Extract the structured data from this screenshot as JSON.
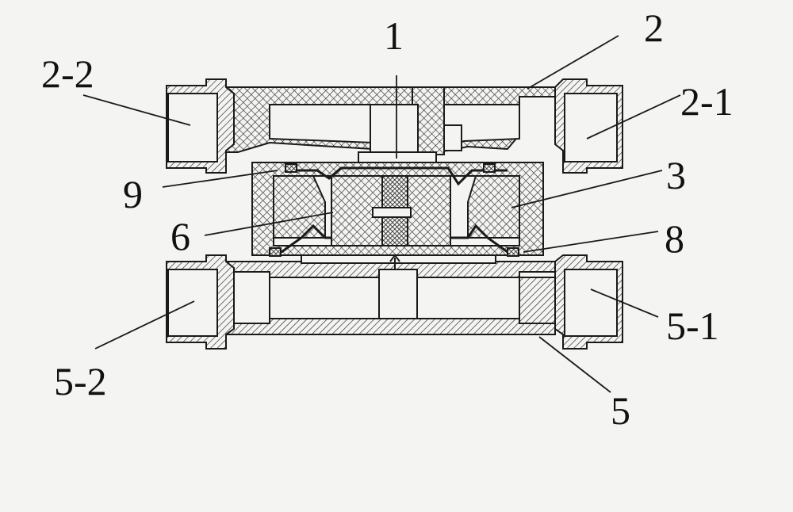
{
  "labels": {
    "l1": "1",
    "l2": "2",
    "l2_1": "2-1",
    "l2_2": "2-2",
    "l3": "3",
    "l5": "5",
    "l5_1": "5-1",
    "l5_2": "5-2",
    "l6": "6",
    "l8": "8",
    "l9": "9"
  },
  "colors": {
    "line": "#1a1a1a",
    "background": "#f4f4f2",
    "hatch": "#333333"
  }
}
